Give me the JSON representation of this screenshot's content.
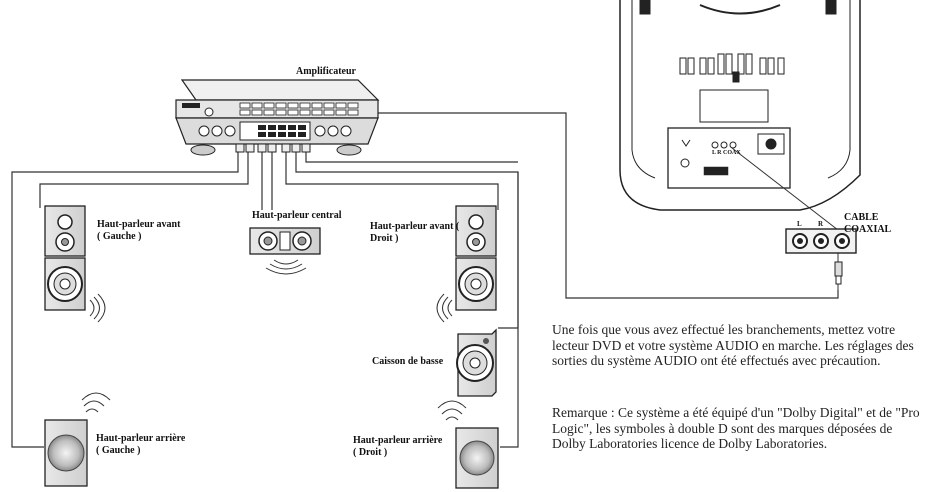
{
  "labels": {
    "amplifier": "Amplificateur",
    "front_left_line1": "Haut-parleur avant",
    "front_left_line2": "( Gauche )",
    "center": "Haut-parleur central",
    "front_right_line1": "Haut-parleur avant (",
    "front_right_line2": "Droit )",
    "subwoofer": "Caisson de basse",
    "rear_left_line1": "Haut-parleur arrière",
    "rear_left_line2": "( Gauche )",
    "rear_right_line1": "Haut-parleur arrière",
    "rear_right_line2": "( Droit )",
    "coax_cable": "CABLE COAXIAL",
    "jack_l": "L",
    "jack_r": "R",
    "tv_jacks": "L  R COAX"
  },
  "text": {
    "paragraph1": "Une fois que vous avez effectué les branchements, mettez votre lecteur DVD et votre système AUDIO en marche. Les réglages des sorties du système AUDIO ont été effectués avec précaution.",
    "paragraph2": "Remarque : Ce système a été équipé d'un \"Dolby Digital\" et de \"Pro Logic\", les symboles à double D sont des marques déposées de Dolby Laboratories licence de Dolby Laboratories."
  }
}
